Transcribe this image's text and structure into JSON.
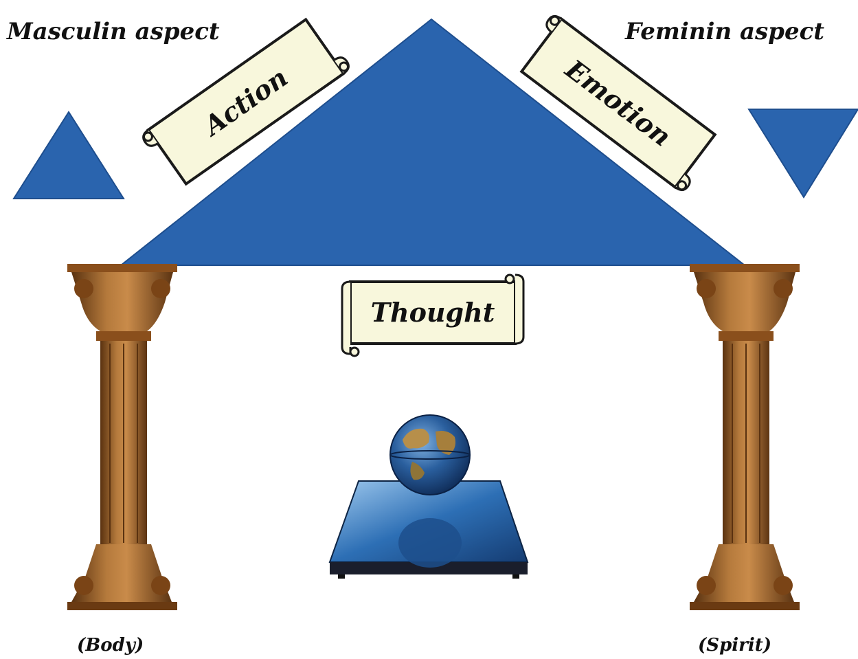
{
  "headings": {
    "masculine": "Masculin aspect",
    "feminine": "Feminin aspect"
  },
  "scrolls": {
    "action": "Action",
    "emotion": "Emotion",
    "thought": "Thought"
  },
  "captions": {
    "body": "(Body)",
    "spirit": "(Spirit)"
  },
  "colors": {
    "triangle_fill": "#2a64ae",
    "triangle_stroke": "#1e4e8e",
    "scroll_fill": "#f8f7dc",
    "scroll_stroke": "#1a1a1a",
    "column": "#9a5a22"
  },
  "icons": {
    "left_shape": "upward-triangle",
    "right_shape": "downward-triangle",
    "center_object": "levitating-globe"
  }
}
